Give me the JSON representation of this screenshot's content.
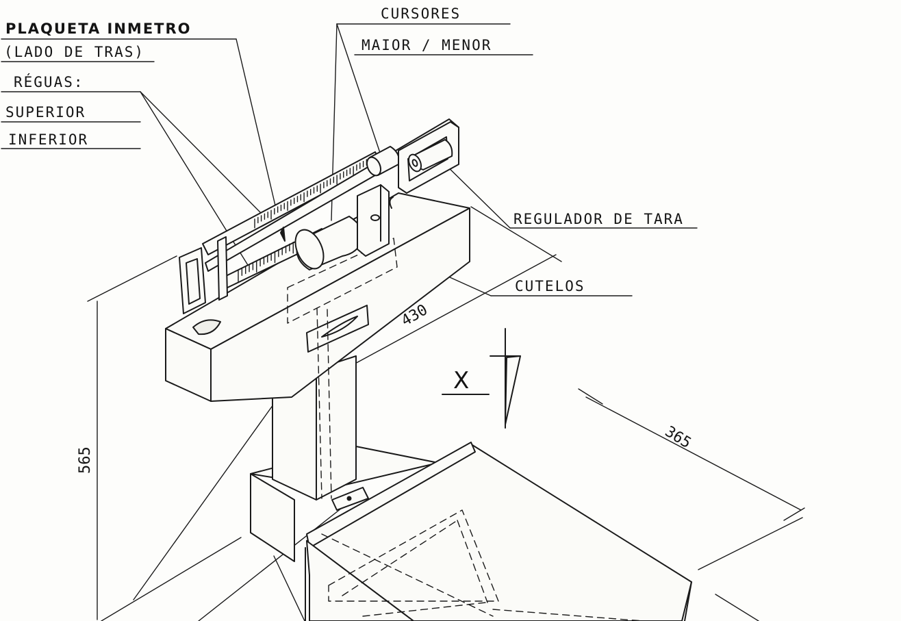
{
  "labels": {
    "plaqueta": "PLAQUETA  INMETRO",
    "lado": "(LADO DE TRAS)",
    "reguas": "RÉGUAS:",
    "superior": "SUPERIOR",
    "inferior": "INFERIOR",
    "cursores": "CURSORES",
    "maior_menor": "MAIOR / MENOR",
    "regulador": "REGULADOR DE TARA",
    "cutelos": "CUTELOS",
    "x_mark": "X"
  },
  "dimensions": {
    "height": "565",
    "beam_length": "430",
    "platform_width": "365"
  }
}
